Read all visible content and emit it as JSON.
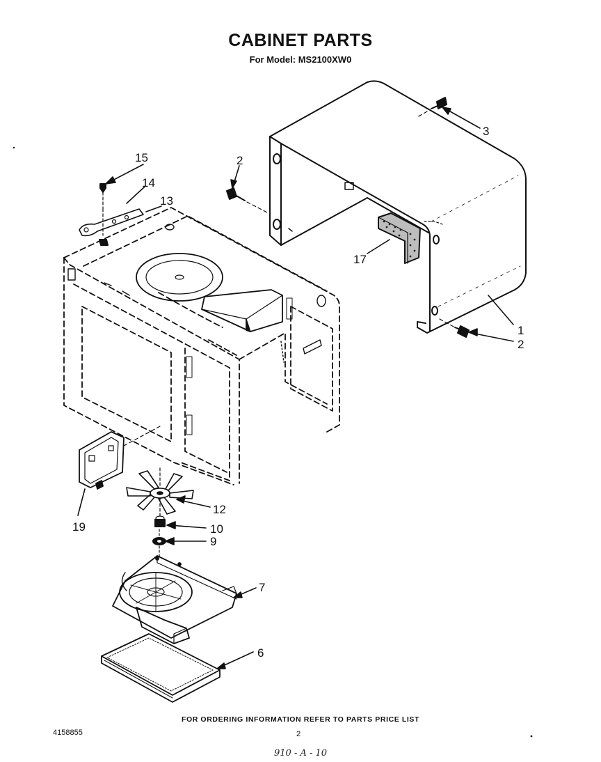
{
  "title": "CABINET PARTS",
  "subtitle": "For Model: MS2100XW0",
  "callouts": {
    "c1": "1",
    "c2a": "2",
    "c2b": "2",
    "c3": "3",
    "c6": "6",
    "c7": "7",
    "c9": "9",
    "c10": "10",
    "c12": "12",
    "c13": "13",
    "c14": "14",
    "c15": "15",
    "c17": "17",
    "c19": "19"
  },
  "footer": {
    "ordering_note": "FOR ORDERING INFORMATION REFER TO PARTS PRICE LIST",
    "document_number": "4158855",
    "page_number": "2",
    "handwritten_note": "910 - A - 10"
  },
  "colors": {
    "ink": "#111111",
    "background": "#ffffff"
  }
}
